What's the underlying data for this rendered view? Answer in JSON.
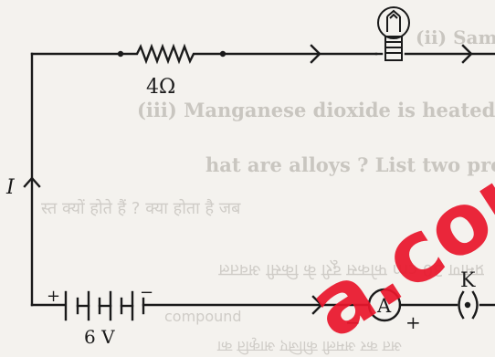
{
  "diagram": {
    "resistor_label": "4Ω",
    "battery_label": "6 V",
    "current_label": "I",
    "ammeter_label": "A",
    "ammeter_minus": "−",
    "ammeter_plus": "+",
    "key_label": "K",
    "battery_plus": "+",
    "battery_minus": "−"
  },
  "background_text": {
    "line1": "(ii) Sambhar is heated in the presence",
    "line2": "(iii) Manganese dioxide is heated",
    "line3": "hat are alloys ? List two properti",
    "line4": "स्त क्यों होते हैं ? क्या होता है जब",
    "line5": "प्रमाण 30 cm फोकस दूरी के किसी अवतल",
    "line6": "compound",
    "line7": "अत कर अमली कीजिए आकृति का"
  },
  "watermark": {
    "text": "a.com",
    "color": "#e8172c"
  }
}
